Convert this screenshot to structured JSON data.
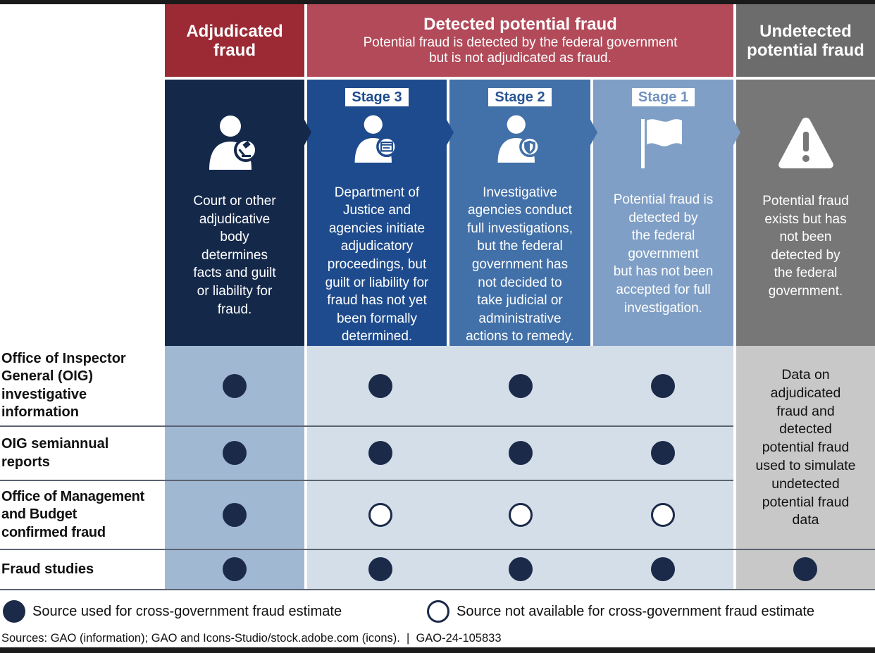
{
  "headers": {
    "adjudicated": "Adjudicated\nfraud",
    "detected_title": "Detected potential fraud",
    "detected_subtitle": "Potential fraud is detected by the federal government\nbut is not adjudicated as fraud.",
    "undetected": "Undetected\npotential fraud"
  },
  "columns": [
    {
      "badge": "",
      "icon": "person-gavel-icon",
      "description": "Court or other\nadjudicative\nbody\ndetermines\nfacts and guilt\nor liability for\nfraud."
    },
    {
      "badge": "Stage 3",
      "icon": "person-document-icon",
      "description": "Department of\nJustice and\nagencies initiate\nadjudicatory\nproceedings, but\nguilt or liability for\nfraud has not yet\nbeen formally\ndetermined."
    },
    {
      "badge": "Stage 2",
      "icon": "person-shield-icon",
      "description": "Investigative\nagencies conduct\nfull investigations,\nbut the federal\ngovernment has\nnot decided to\ntake judicial or\nadministrative\nactions to remedy."
    },
    {
      "badge": "Stage 1",
      "icon": "flag-icon",
      "description": "Potential fraud is\ndetected by\nthe federal\ngovernment\nbut has not been\naccepted for full\ninvestigation."
    },
    {
      "badge": "",
      "icon": "warning-icon",
      "description": "Potential fraud\nexists but has\nnot been\ndetected by\nthe federal\ngovernment."
    }
  ],
  "rows": [
    {
      "label": "Office of Inspector\nGeneral (OIG)\ninvestigative\ninformation",
      "marks": [
        "filled",
        "filled",
        "filled",
        "filled"
      ]
    },
    {
      "label": "OIG semiannual\nreports",
      "marks": [
        "filled",
        "filled",
        "filled",
        "filled"
      ]
    },
    {
      "label": "Office of Management\nand Budget\nconfirmed fraud",
      "marks": [
        "filled",
        "empty",
        "empty",
        "empty"
      ]
    },
    {
      "label": "Fraud studies",
      "marks": [
        "filled",
        "filled",
        "filled",
        "filled",
        "filled"
      ]
    }
  ],
  "undetected_note": "Data on\nadjudicated\nfraud and\ndetected\npotential fraud\nused to simulate\nundetected\npotential fraud\ndata",
  "legend": {
    "filled": "Source used for cross-government fraud estimate",
    "empty": "Source not available for cross-government fraud estimate"
  },
  "sources": "Sources: GAO (information); GAO and Icons-Studio/stock.adobe.com (icons).  |  GAO-24-105833",
  "colors": {
    "header_red": "#9b2a35",
    "header_pink": "#b24a59",
    "header_gray": "#6c6c6c",
    "adjudicated_navy": "#14284a",
    "stage3_blue": "#1e4b8d",
    "stage2_blue": "#4270a8",
    "stage1_blue": "#7f9fc6",
    "undetected_gray": "#777777",
    "dot_navy": "#1c2a49",
    "adjudicated_row_fill": "#a1b8d3",
    "detected_row_fill": "#d3dee9",
    "undetected_row_fill": "#c8c8c8"
  }
}
